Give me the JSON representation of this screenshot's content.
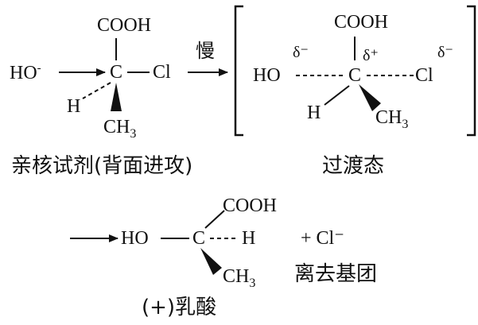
{
  "reactant": {
    "carboxyl": "COOH",
    "nucleophile": "HO",
    "nucleophile_charge": "-",
    "central_atom": "C",
    "leaving_group": "Cl",
    "hydrogen": "H",
    "methyl_C": "CH",
    "methyl_sub": "3"
  },
  "step_label": "慢",
  "transition_state": {
    "carboxyl": "COOH",
    "hydroxyl": "HO",
    "delta_minus_left": "δ⁻",
    "central_atom": "C",
    "delta_plus": "δ⁺",
    "chlorine": "Cl",
    "delta_minus_right": "δ⁻",
    "hydrogen": "H",
    "methyl_C": "CH",
    "methyl_sub": "3"
  },
  "product": {
    "carboxyl": "COOH",
    "hydroxyl": "HO",
    "central_atom": "C",
    "hydrogen": "H",
    "methyl_C": "CH",
    "methyl_sub": "3",
    "leaving_ion": "+ Cl⁻"
  },
  "captions": {
    "reactant": "亲核试剂(背面进攻)",
    "transition_state": "过渡态",
    "leaving_group": "离去基团",
    "product": "(+)乳酸"
  }
}
